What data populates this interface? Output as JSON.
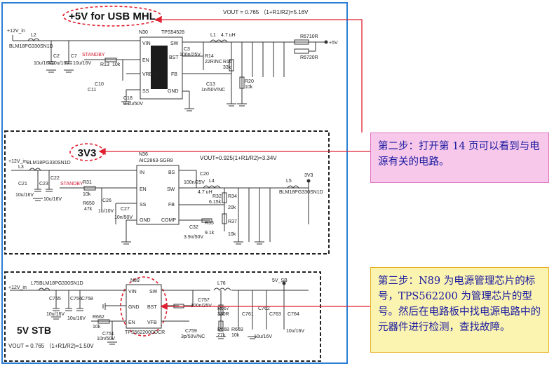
{
  "colors": {
    "outer_frame": "#2a7fd4",
    "dashed": "#222222",
    "ellipse": "#e02030",
    "arrow": "#e02030",
    "wire": "#333333",
    "box2_bg": "#f7c8ea",
    "box3_bg": "#fbf3b0",
    "note_text": "#1a1aa0"
  },
  "section1": {
    "title": "+5V for USB MHL",
    "vout": "VOUT = 0.765 （1+R1/R2)=5.16V",
    "labels": {
      "vin": "+12V_in",
      "l2": "L2",
      "ferrite": "BLM18PG330SN1D",
      "standby": "STANDBY",
      "chip_ref": "N30",
      "chip_part": "TPS54528",
      "c3": "C3",
      "c3_val": "100n/25V",
      "l1": "L1",
      "l1_val": "4.7 uH",
      "r671": "R6710R",
      "r672": "R6720R",
      "out": "+5V",
      "r13": "R13",
      "r13_val": "10k",
      "r14": "R14",
      "r14_val": "22R/NC",
      "r16": "R16",
      "r16_val": "33k",
      "r20": "R20",
      "r20_val": "10k",
      "c13": "C13",
      "c13_val": "1n/50V/NC",
      "c10": "C10",
      "c11": "C11",
      "c18": "C18",
      "c18_val": "0.1u/50V",
      "c2": "C2",
      "c7": "C7",
      "cap16v": "10u/16V",
      "pin_vin": "VIN",
      "pin_en": "EN",
      "pin_vreg": "VREG5",
      "pin_ss": "SS",
      "pin_sw": "SW",
      "pin_bst": "BST",
      "pin_fb": "FB",
      "pin_gnd": "GND"
    }
  },
  "section2": {
    "title": "3V3",
    "vout": "VOUT=0.925(1+R1/R2)=3.34V",
    "labels": {
      "vin": "+12V_in",
      "l3": "L3",
      "ferrite": "BLM18PG330SN1D",
      "standby": "STANDBY",
      "chip_ref": "N36",
      "chip_part": "AIC2863-SGR8",
      "r31": "R31",
      "r31_val": "10k",
      "c20": "C20",
      "c20_val": "100n/25V",
      "l4": "L4",
      "l4_val": "4.7 uH",
      "r32": "R32",
      "r32_val": "6.15k",
      "r34": "R34",
      "r34_val": "20k",
      "r35": "R35",
      "r35_val": "9.1k",
      "r37": "R37",
      "r37_val": "10k",
      "r650": "R650",
      "r650_val": "47k",
      "c26": "C26",
      "c26_val": "1u/10V",
      "c27": "C27",
      "c27_val": "10n/50V",
      "c32": "C32",
      "c32_val": "3.9n/50V",
      "l5": "L5",
      "out": "3V3",
      "c21": "C21",
      "c22": "C22",
      "c23": "C23",
      "cap16v": "10u/16V",
      "pin_in": "IN",
      "pin_en": "EN",
      "pin_ss": "SS",
      "pin_gnd": "GND",
      "pin_bs": "BS",
      "pin_sw": "SW",
      "pin_fb": "FB",
      "pin_comp": "COMP"
    }
  },
  "section3": {
    "title": "5V STB",
    "vout": "VOUT = 0.765 （1+R1/R2)=1.50V",
    "labels": {
      "vin": "+12V_in",
      "l75": "L75",
      "ferrite": "BLM18PG330SN1D",
      "chip_ref": "N89",
      "chip_part": "TPS562200DDCR",
      "l76": "L76",
      "out": "5V_SB",
      "r662": "R662",
      "r662_val": "10k",
      "c757": "C757",
      "c757_val": "100n/25V",
      "r667": "R667",
      "r667_val": "330R",
      "r668": "R668",
      "r668_val": "27k",
      "r669": "R669",
      "r669_val": "10k",
      "c759": "C759",
      "c759_val": "3p/50V/NC",
      "c751": "C751",
      "c751_val": "10n/50V",
      "c755": "C755",
      "c756": "C756",
      "c758": "C758",
      "c761": "C761",
      "c762": "C762",
      "c763": "C763",
      "c764": "C764",
      "cap16v": "10u/16V",
      "pin_vin": "VIN",
      "pin_gnd": "GND",
      "pin_en": "EN",
      "pin_sw": "SW",
      "pin_bst": "BST",
      "pin_vfb": "VFB"
    }
  },
  "notes": {
    "step2": "第二步：打开第 14 页可以看到与电源有关的电路。",
    "step3": "第三步：N89 为电源管理芯片的标号，TPS562200 为管理芯片的型号。然后在电路板中找电源电路中的元器件进行检测，查找故障。"
  }
}
